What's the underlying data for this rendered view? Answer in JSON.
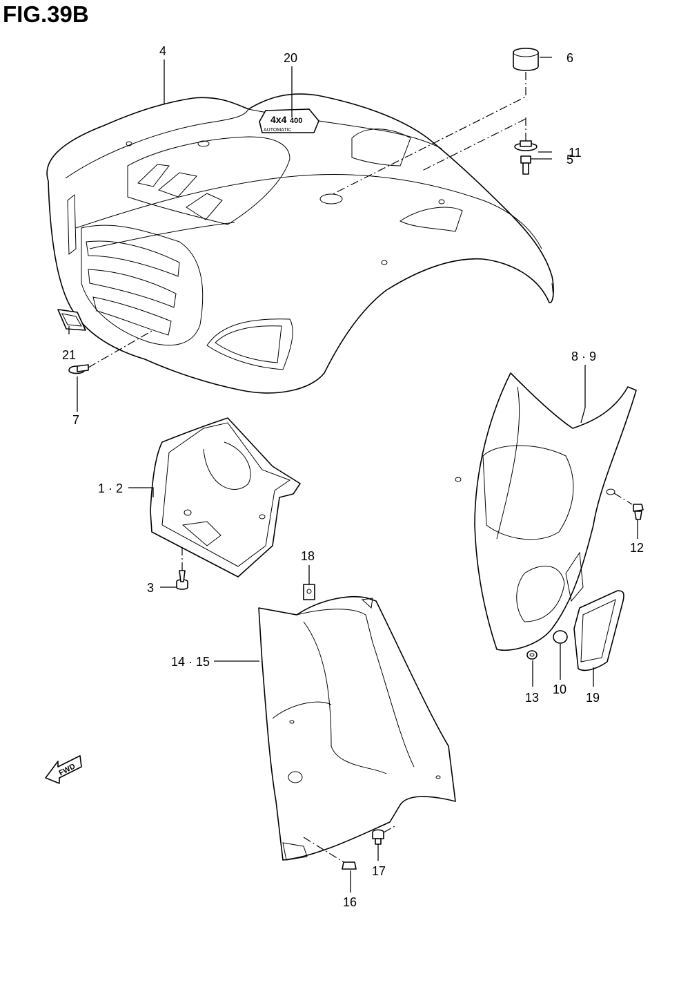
{
  "figure": {
    "title": "FIG.39B"
  },
  "callouts": [
    {
      "id": "4",
      "text": "4"
    },
    {
      "id": "20",
      "text": "20"
    },
    {
      "id": "6",
      "text": "6"
    },
    {
      "id": "11",
      "text": "11"
    },
    {
      "id": "5",
      "text": "5"
    },
    {
      "id": "21",
      "text": "21"
    },
    {
      "id": "7",
      "text": "7"
    },
    {
      "id": "8-9",
      "text": "8 · 9"
    },
    {
      "id": "1-2",
      "text": "1 · 2"
    },
    {
      "id": "12",
      "text": "12"
    },
    {
      "id": "18",
      "text": "18"
    },
    {
      "id": "3",
      "text": "3"
    },
    {
      "id": "14-15",
      "text": "14 · 15"
    },
    {
      "id": "13",
      "text": "13"
    },
    {
      "id": "10",
      "text": "10"
    },
    {
      "id": "19",
      "text": "19"
    },
    {
      "id": "17",
      "text": "17"
    },
    {
      "id": "16",
      "text": "16"
    }
  ],
  "decal": {
    "line1": "4x4",
    "line2": "400",
    "line3": "AUTOMATIC"
  },
  "direction_arrow": {
    "text": "FWD"
  }
}
